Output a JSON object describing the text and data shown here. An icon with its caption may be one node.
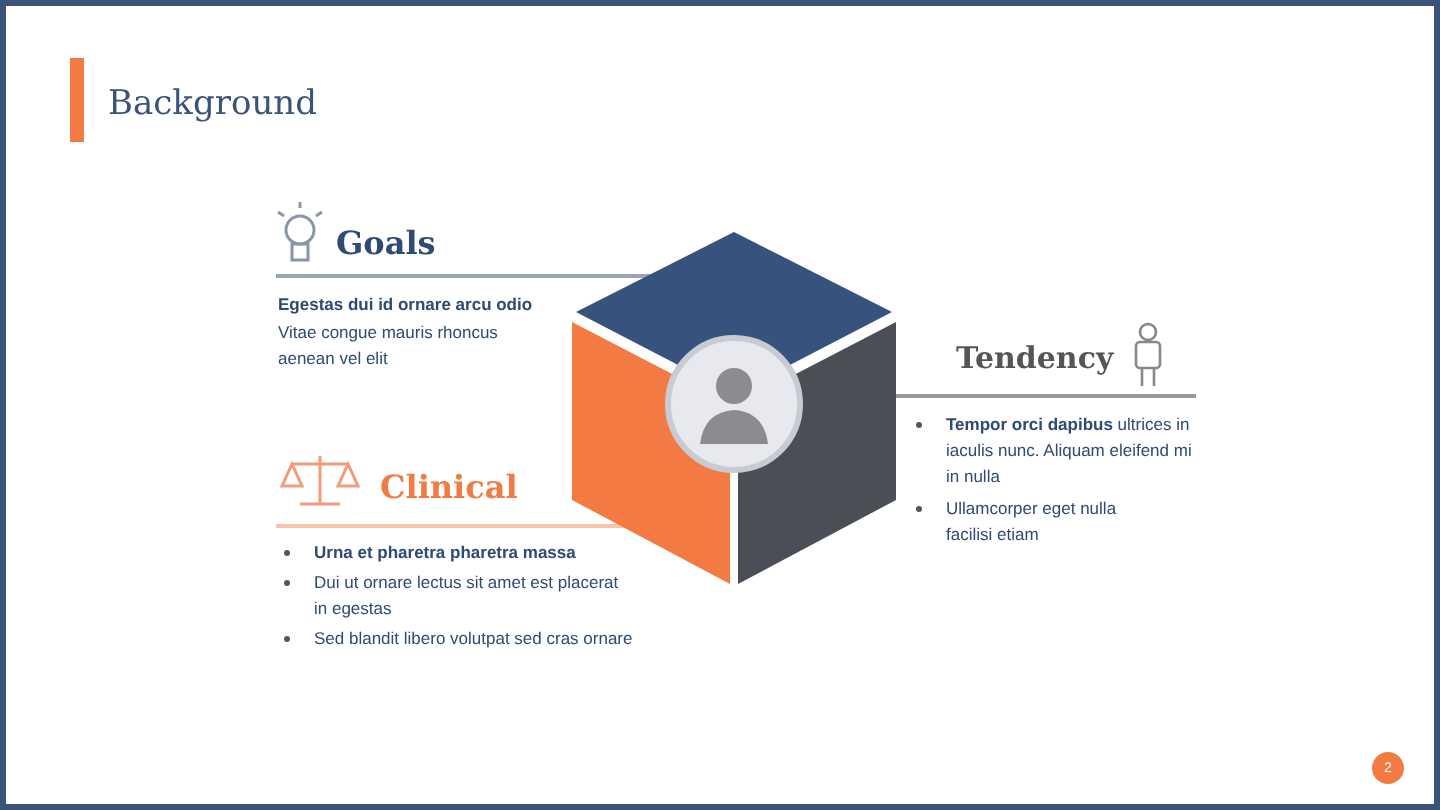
{
  "diagram": {
    "title": "Background",
    "labels": [
      "Goals",
      "Egestas dui id ornare arcu odio",
      "Vitae congue mauris rhoncus aenean vel elit",
      "Tendency",
      "**Tempor orci dapibus** ultrices in iaculis nunc. Aliquam eleifend mi in nulla",
      "Ullamcorper eget nulla facilisi etiam",
      "Clinical",
      "Urna et pharetra pharetra massa",
      "Dui ut ornare lectus sit amet est placerat in egestas",
      "Sed blandit libero volutpat sed cras ornare",
      "2"
    ]
  }
}
